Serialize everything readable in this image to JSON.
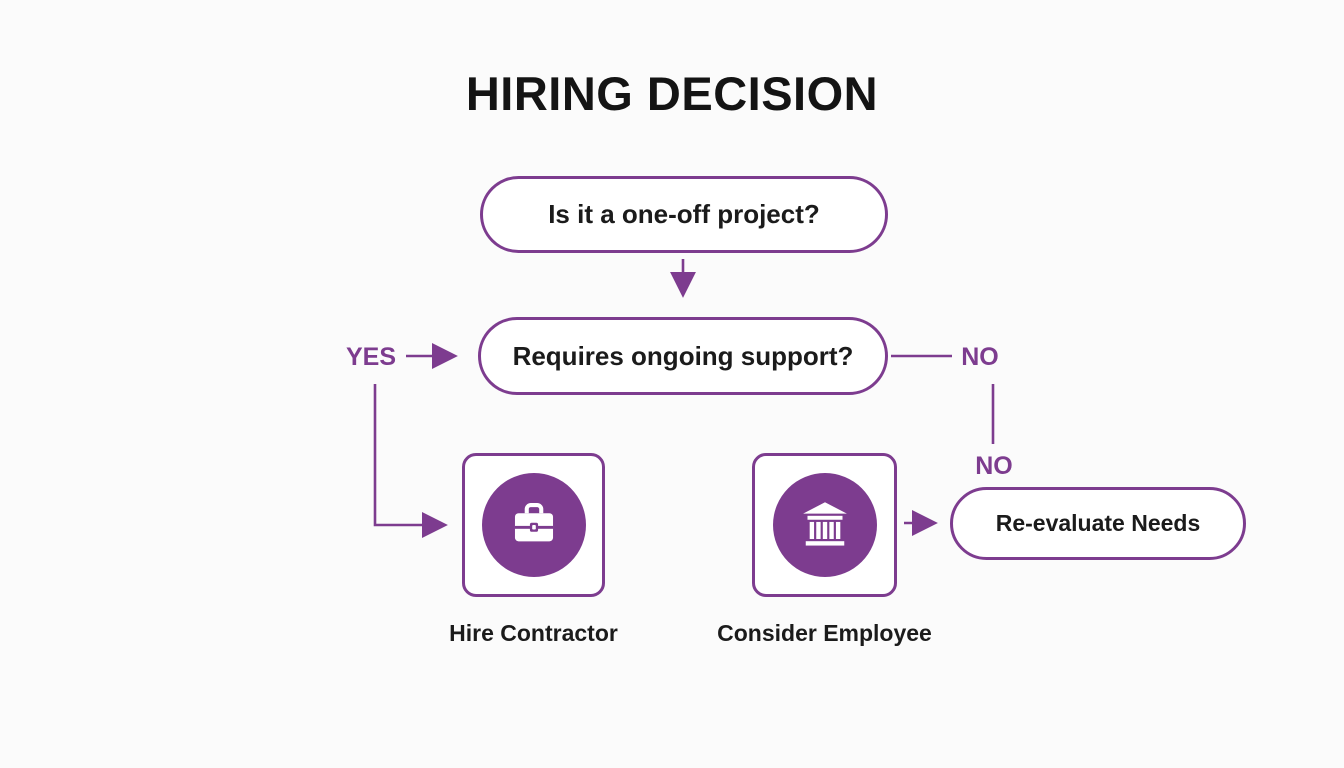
{
  "title": "HIRING DECISION",
  "colors": {
    "accent_purple": "#7d3c8f",
    "text": "#1b1b1b",
    "background": "#fbfbfb",
    "node_background": "#ffffff"
  },
  "flow": {
    "question1": "Is it a one-off project?",
    "question2": "Requires ongoing support?",
    "yes_label": "YES",
    "no_label_1": "NO",
    "no_label_2": "NO",
    "reevaluate_label": "Re-evaluate Needs",
    "contractor_label": "Hire Contractor",
    "employee_label": "Consider Employee"
  },
  "icons": {
    "contractor": "briefcase-icon",
    "employee": "bank-icon"
  }
}
